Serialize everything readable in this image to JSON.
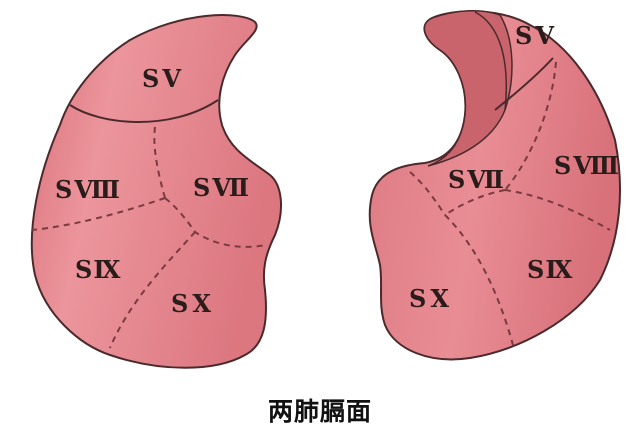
{
  "caption": "两肺膈面",
  "colors": {
    "lung_fill": "#e07e86",
    "lung_fill_light": "#ef9aa1",
    "lung_inner_fill": "#c9646d",
    "outline": "#4a2a2c",
    "dash": "#7a3a40",
    "label": "#2a1c1a"
  },
  "left_lung": {
    "segments": [
      {
        "id": "SV",
        "prefix": "S",
        "numeral": "V"
      },
      {
        "id": "SVIII",
        "prefix": "S",
        "numeral": "Ⅷ"
      },
      {
        "id": "SVII",
        "prefix": "S",
        "numeral": "Ⅶ"
      },
      {
        "id": "SIX",
        "prefix": "S",
        "numeral": "Ⅸ"
      },
      {
        "id": "SX",
        "prefix": "S",
        "numeral": "X"
      }
    ]
  },
  "right_lung": {
    "segments": [
      {
        "id": "SV",
        "prefix": "S",
        "numeral": "V"
      },
      {
        "id": "SVII",
        "prefix": "S",
        "numeral": "Ⅶ"
      },
      {
        "id": "SVIII",
        "prefix": "S",
        "numeral": "Ⅷ"
      },
      {
        "id": "SIX",
        "prefix": "S",
        "numeral": "Ⅸ"
      },
      {
        "id": "SX",
        "prefix": "S",
        "numeral": "X"
      }
    ]
  }
}
